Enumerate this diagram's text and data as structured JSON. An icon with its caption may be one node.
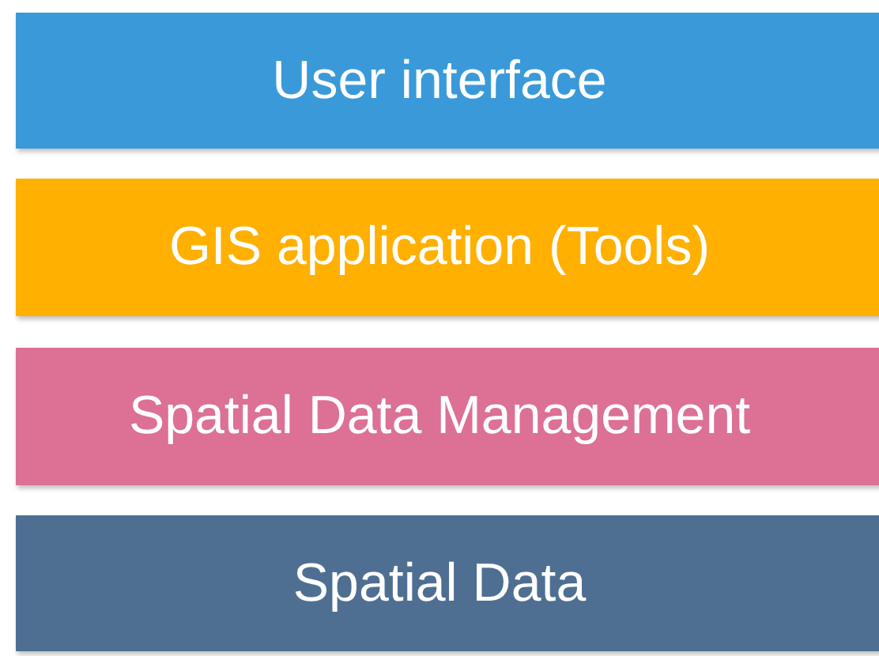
{
  "diagram": {
    "nodes": [
      {
        "text": [
          "User interface"
        ]
      },
      {
        "text": [
          "GIS application (Tools)"
        ]
      },
      {
        "text": [
          "Spatial Data Management"
        ]
      },
      {
        "text": [
          "Spatial Data"
        ]
      }
    ]
  }
}
